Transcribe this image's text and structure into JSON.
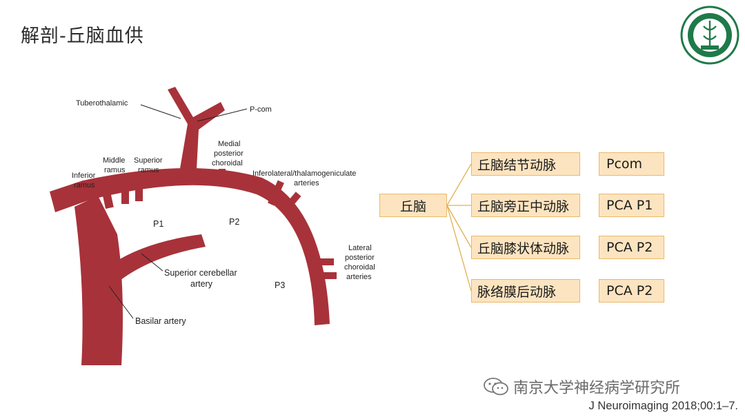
{
  "slide": {
    "title": "解剖-丘脑血供"
  },
  "diagram": {
    "labels": {
      "tuberothalamic": "Tuberothalamic",
      "pcom": "P-com",
      "medial_posterior": [
        "Medial",
        "posterior",
        "choroidal"
      ],
      "middle_ramus": [
        "Middle",
        "ramus"
      ],
      "superior_ramus": [
        "Superior",
        "ramus"
      ],
      "inferior_ramus": [
        "Inferior",
        "ramus"
      ],
      "inferolateral": [
        "Inferolateral/thalamogeniculate",
        "arteries"
      ],
      "p1": "P1",
      "p2": "P2",
      "p3": "P3",
      "lateral_posterior": [
        "Lateral",
        "posterior",
        "choroidal",
        "arteries"
      ],
      "superior_cerebellar": [
        "Superior cerebellar",
        "artery"
      ],
      "basilar": "Basilar artery"
    },
    "artery_color": "#a8323a"
  },
  "tree": {
    "root": "丘脑",
    "branches": [
      {
        "name": "丘脑结节动脉",
        "code": "Pcom"
      },
      {
        "name": "丘脑旁正中动脉",
        "code": "PCA P1"
      },
      {
        "name": "丘脑膝状体动脉",
        "code": "PCA P2"
      },
      {
        "name": "脉络膜后动脉",
        "code": "PCA P2"
      }
    ],
    "box_fill": "#fde4c0",
    "box_border": "#e9b969",
    "connector_color": "#e0b050"
  },
  "footer": {
    "watermark": "南京大学神经病学研究所",
    "citation": "J Neuroimaging 2018;00:1–7."
  }
}
